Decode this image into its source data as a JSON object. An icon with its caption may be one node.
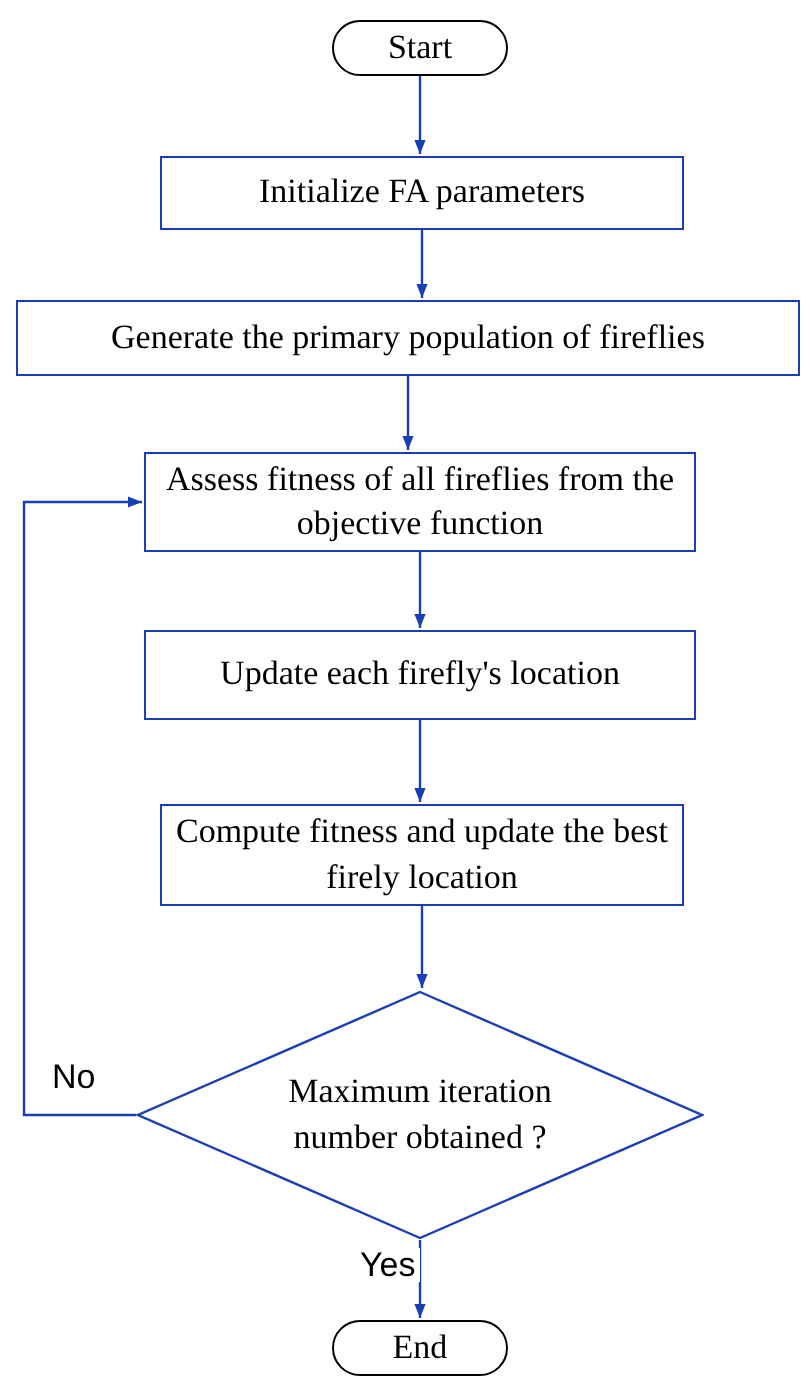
{
  "diagram": {
    "nodes": [
      {
        "text": [
          "Start"
        ]
      },
      {
        "text": [
          "Initialize FA parameters"
        ]
      },
      {
        "text": [
          "Generate the primary population of fireflies"
        ]
      },
      {
        "text": [
          "Assess fitness of all fireflies from the objective function"
        ]
      },
      {
        "text": [
          "Update each firefly's location"
        ]
      },
      {
        "text": [
          "Compute fitness and update the best firely location"
        ]
      },
      {
        "text": [
          "Maximum iteration number obtained ?"
        ]
      },
      {
        "text": [
          "End"
        ]
      }
    ],
    "edges": [
      {
        "from": 0,
        "to": 1,
        "arrow": "to"
      },
      {
        "from": 1,
        "to": 2,
        "arrow": "to"
      },
      {
        "from": 2,
        "to": 3,
        "arrow": "to"
      },
      {
        "from": 3,
        "to": 4,
        "arrow": "to"
      },
      {
        "from": 4,
        "to": 5,
        "arrow": "to"
      },
      {
        "from": 5,
        "to": 6,
        "arrow": "to"
      },
      {
        "from": 6,
        "to": 7,
        "arrow": "to",
        "label": "Yes"
      },
      {
        "from": 6,
        "to": 3,
        "arrow": "to",
        "label": "No"
      }
    ]
  }
}
